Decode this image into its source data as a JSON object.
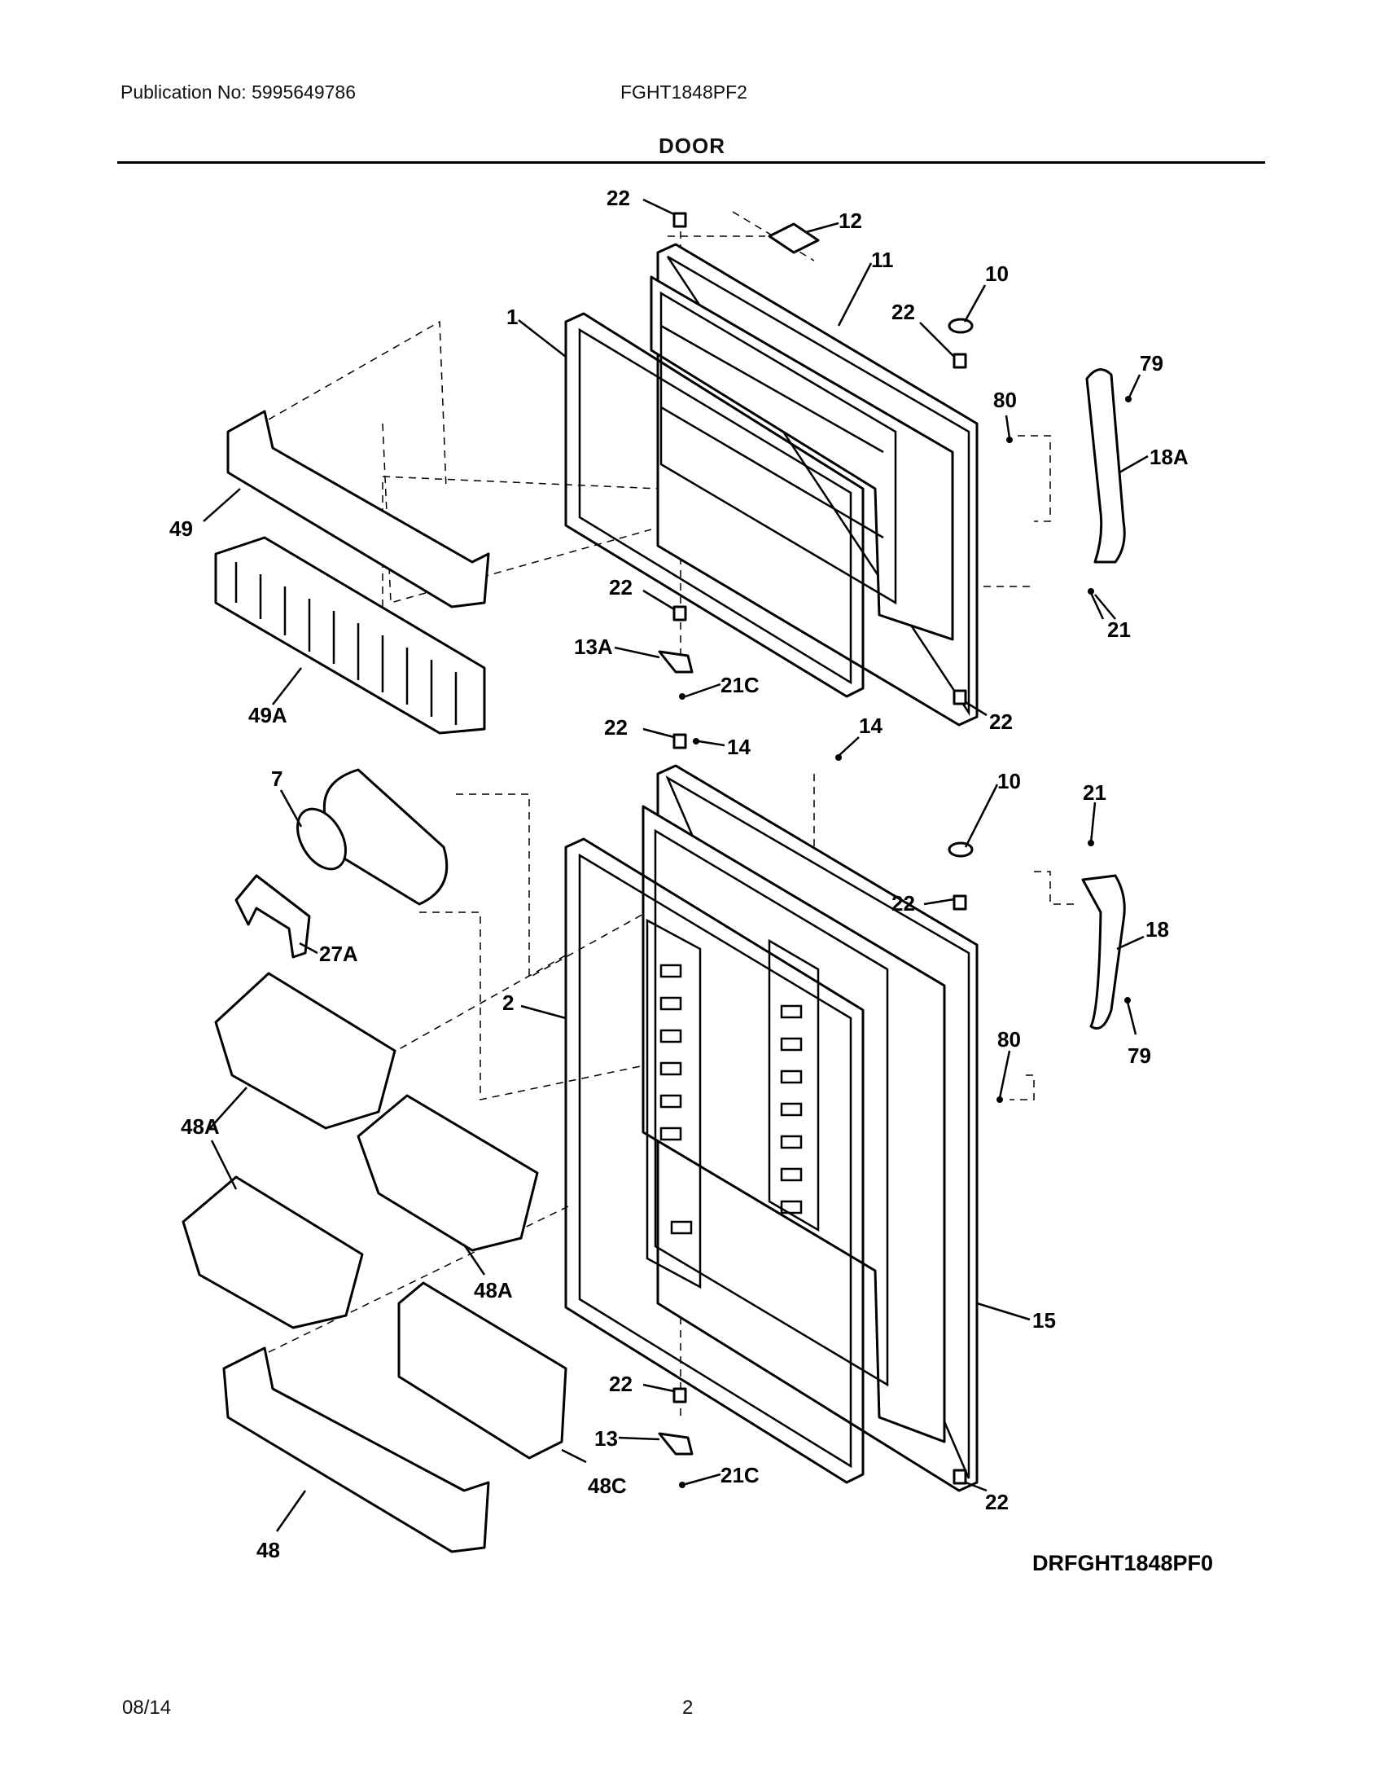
{
  "header": {
    "publication": "Publication No: 5995649786",
    "model": "FGHT1848PF2",
    "title": "DOOR"
  },
  "diagram": {
    "code": "DRFGHT1848PF0",
    "callouts": {
      "c22a": "22",
      "c12": "12",
      "c11": "11",
      "c10a": "10",
      "c22b": "22",
      "c1": "1",
      "c79a": "79",
      "c80a": "80",
      "c18a": "18A",
      "c49": "49",
      "c22c": "22",
      "c21a": "21",
      "c13a": "13A",
      "c21ca": "21C",
      "c49a": "49A",
      "c22d": "22",
      "c22e": "22",
      "c14a": "14",
      "c14b": "14",
      "c7": "7",
      "c10b": "10",
      "c22f": "22",
      "c21b": "21",
      "c27a": "27A",
      "c18": "18",
      "c2": "2",
      "c80b": "80",
      "c79b": "79",
      "c48aa": "48A",
      "c48ab": "48A",
      "c15": "15",
      "c22g": "22",
      "c13": "13",
      "c48c": "48C",
      "c21cb": "21C",
      "c22h": "22",
      "c48": "48"
    }
  },
  "footer": {
    "date": "08/14",
    "page": "2"
  }
}
